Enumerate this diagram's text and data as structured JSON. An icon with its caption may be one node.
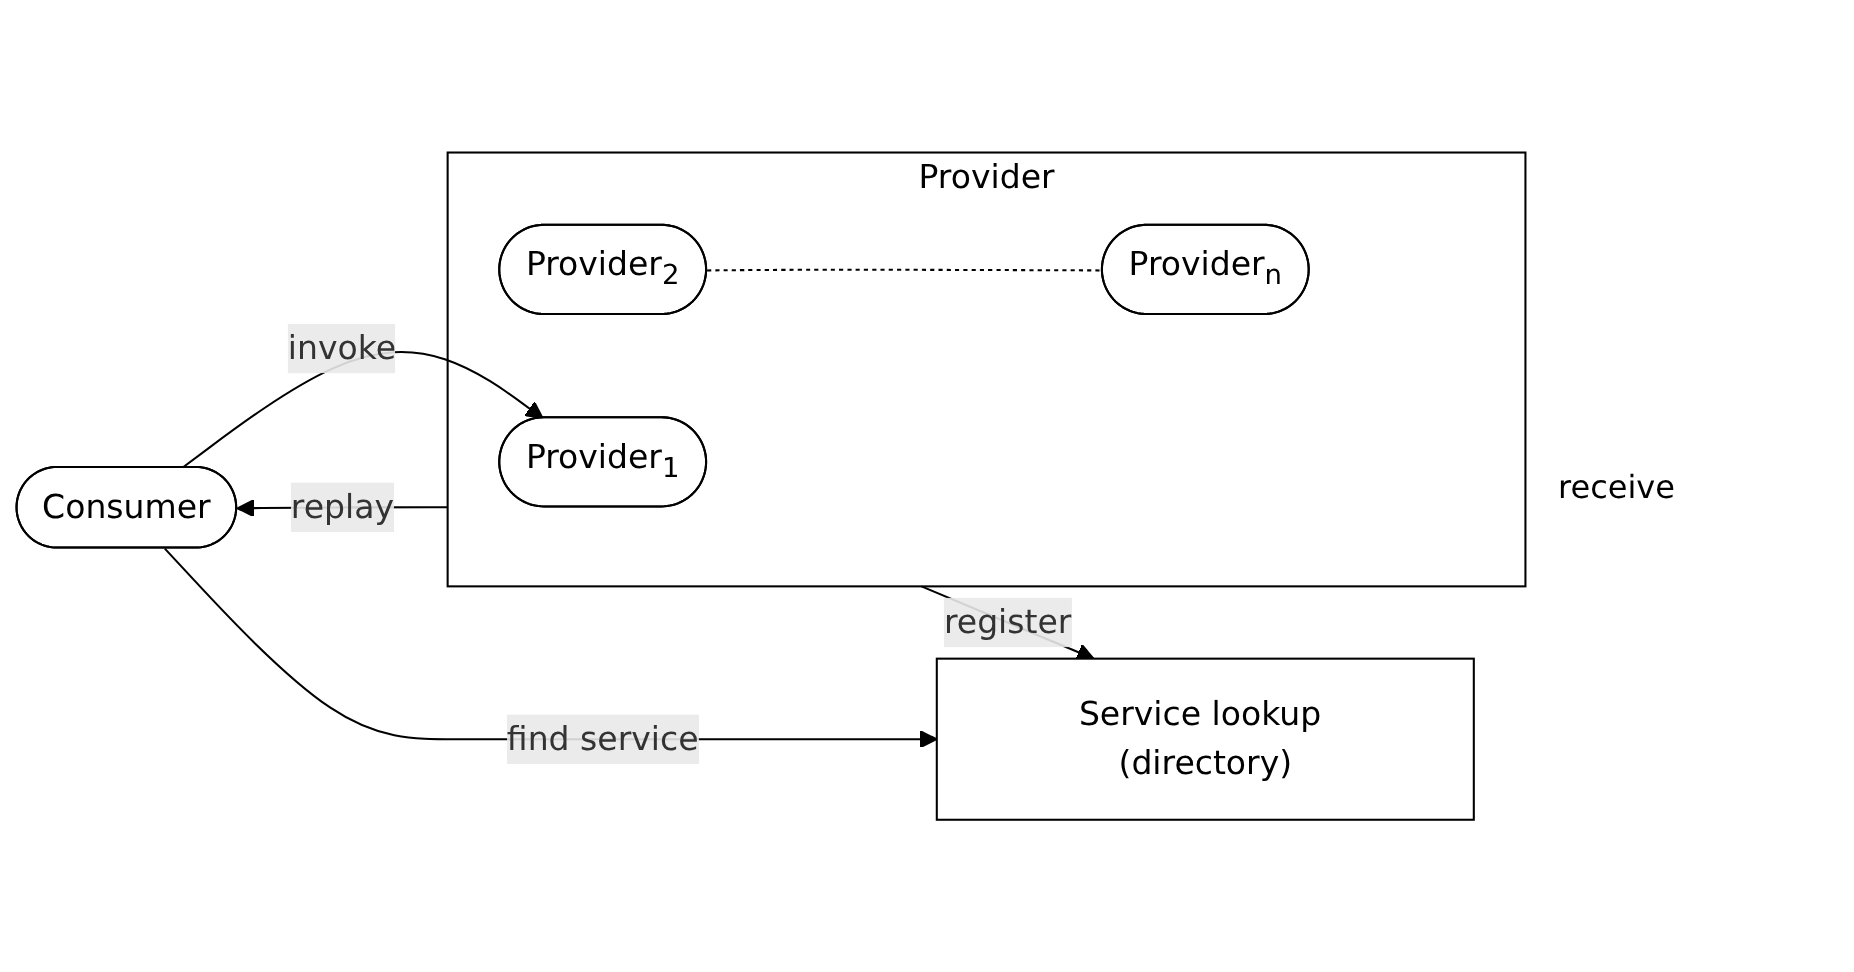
{
  "diagram": {
    "nodes": [
      {
        "text": [
          "Consumer"
        ]
      },
      {
        "text": [
          "Provider"
        ]
      },
      {
        "text": [
          "Provider$_{1}$"
        ],
        "in": 1
      },
      {
        "text": [
          "Provider$_{2}$"
        ],
        "in": 1
      },
      {
        "text": [
          "Provider$_{n}$"
        ],
        "in": 1
      },
      {
        "text": [
          "Service lookup (directory)"
        ]
      }
    ],
    "edges": [
      {
        "from": 0,
        "to": 2,
        "arrow": "to",
        "label": "invoke"
      },
      {
        "from": 1,
        "to": 0,
        "arrow": "to",
        "label": "replay"
      },
      {
        "from": 0,
        "to": 5,
        "arrow": "to",
        "label": "find service"
      },
      {
        "from": 3,
        "to": 4,
        "arrow": "none",
        "style": "dashed"
      },
      {
        "from": 1,
        "to": 5,
        "arrow": "to",
        "label": "register"
      }
    ],
    "labels": [
      "receive"
    ]
  }
}
